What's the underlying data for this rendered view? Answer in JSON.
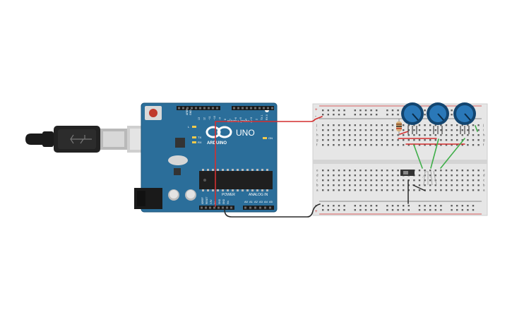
{
  "board": {
    "brand_name": "UNO",
    "brand_logo_text": "ARDUINO",
    "digital_header": "DIGITAL (PWM~)",
    "power_header": "POWER",
    "analog_header": "ANALOG IN",
    "on_led_label": "ON",
    "tx_label": "TX",
    "rx_label": "RX",
    "l_label": "L",
    "aref_label": "AREF",
    "gnd_label": "GND",
    "digital_pins": [
      "13",
      "12",
      "~11",
      "~10",
      "~9",
      "8",
      "7",
      "~6",
      "~5",
      "4",
      "~3",
      "2",
      "TX 1",
      "RX 0"
    ],
    "power_pins": [
      "IOREF",
      "RESET",
      "3.3V",
      "5V",
      "GND",
      "GND",
      "Vin"
    ],
    "analog_pins": [
      "A0",
      "A1",
      "A2",
      "A3",
      "A4",
      "A5"
    ]
  },
  "breadboard": {
    "rail_plus": "+",
    "rail_minus": "-",
    "row_letters_top": [
      "j",
      "i",
      "h",
      "g",
      "f"
    ],
    "row_letters_bottom": [
      "e",
      "d",
      "c",
      "b",
      "a"
    ]
  },
  "colors": {
    "board_blue": "#2b6e9a",
    "wire_red": "#d32f2f",
    "wire_green": "#3fae49",
    "wire_black": "#222222",
    "knob_blue": "#1f5f99"
  },
  "icons": {
    "usb_plug": "usb-plug-icon",
    "potentiometer": "potentiometer-icon",
    "rgb_led": "rgb-led-icon"
  }
}
